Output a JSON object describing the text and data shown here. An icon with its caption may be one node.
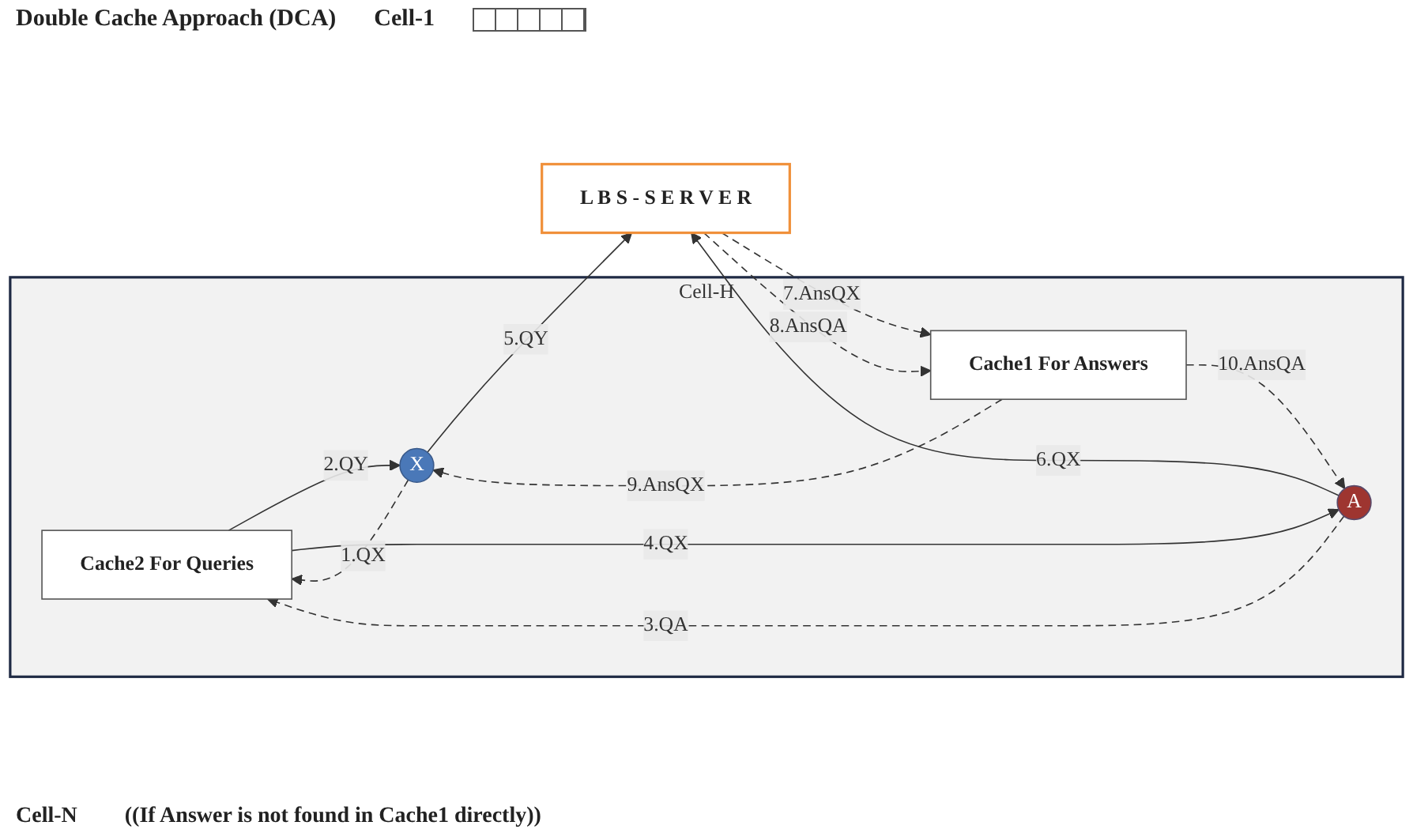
{
  "diagram": {
    "title": "Double Cache Approach (DCA)",
    "nodes": [
      {
        "text": [
          "Cell-H"
        ]
      },
      {
        "text": [
          "Cache2 For Queries"
        ],
        "in": 0
      },
      {
        "text": [
          "A"
        ],
        "in": 0
      },
      {
        "text": [
          "X"
        ],
        "in": 0
      },
      {
        "text": [
          "Cache1 For Answers"
        ],
        "in": 0
      },
      {
        "text": [
          "L B S - S E R V E R"
        ]
      }
    ],
    "edges": [
      {
        "from": 3,
        "to": 1,
        "arrow": "to",
        "label": "1.QX",
        "style": "dashed"
      },
      {
        "from": 1,
        "to": 3,
        "arrow": "to",
        "label": "2.QY"
      },
      {
        "from": 2,
        "to": 1,
        "arrow": "to",
        "label": "3.QA",
        "style": "dashed"
      },
      {
        "from": 1,
        "to": 2,
        "arrow": "to",
        "label": "4.QX"
      },
      {
        "from": 3,
        "to": 5,
        "arrow": "to",
        "label": "5.QY"
      },
      {
        "from": 2,
        "to": 5,
        "arrow": "to",
        "label": "6.QX"
      },
      {
        "from": 5,
        "to": 4,
        "arrow": "to",
        "label": "7.AnsQX",
        "style": "dashed"
      },
      {
        "from": 5,
        "to": 4,
        "arrow": "to",
        "label": "8.AnsQA",
        "style": "dashed"
      },
      {
        "from": 4,
        "to": 3,
        "arrow": "to",
        "label": "9.AnsQX",
        "style": "dashed"
      },
      {
        "from": 4,
        "to": 2,
        "arrow": "to",
        "label": "10.AnsQA",
        "style": "dashed"
      }
    ],
    "labels": [
      "Cell-1",
      "Cell-N",
      "((If Answer is not found in Cache1 directly))"
    ]
  }
}
